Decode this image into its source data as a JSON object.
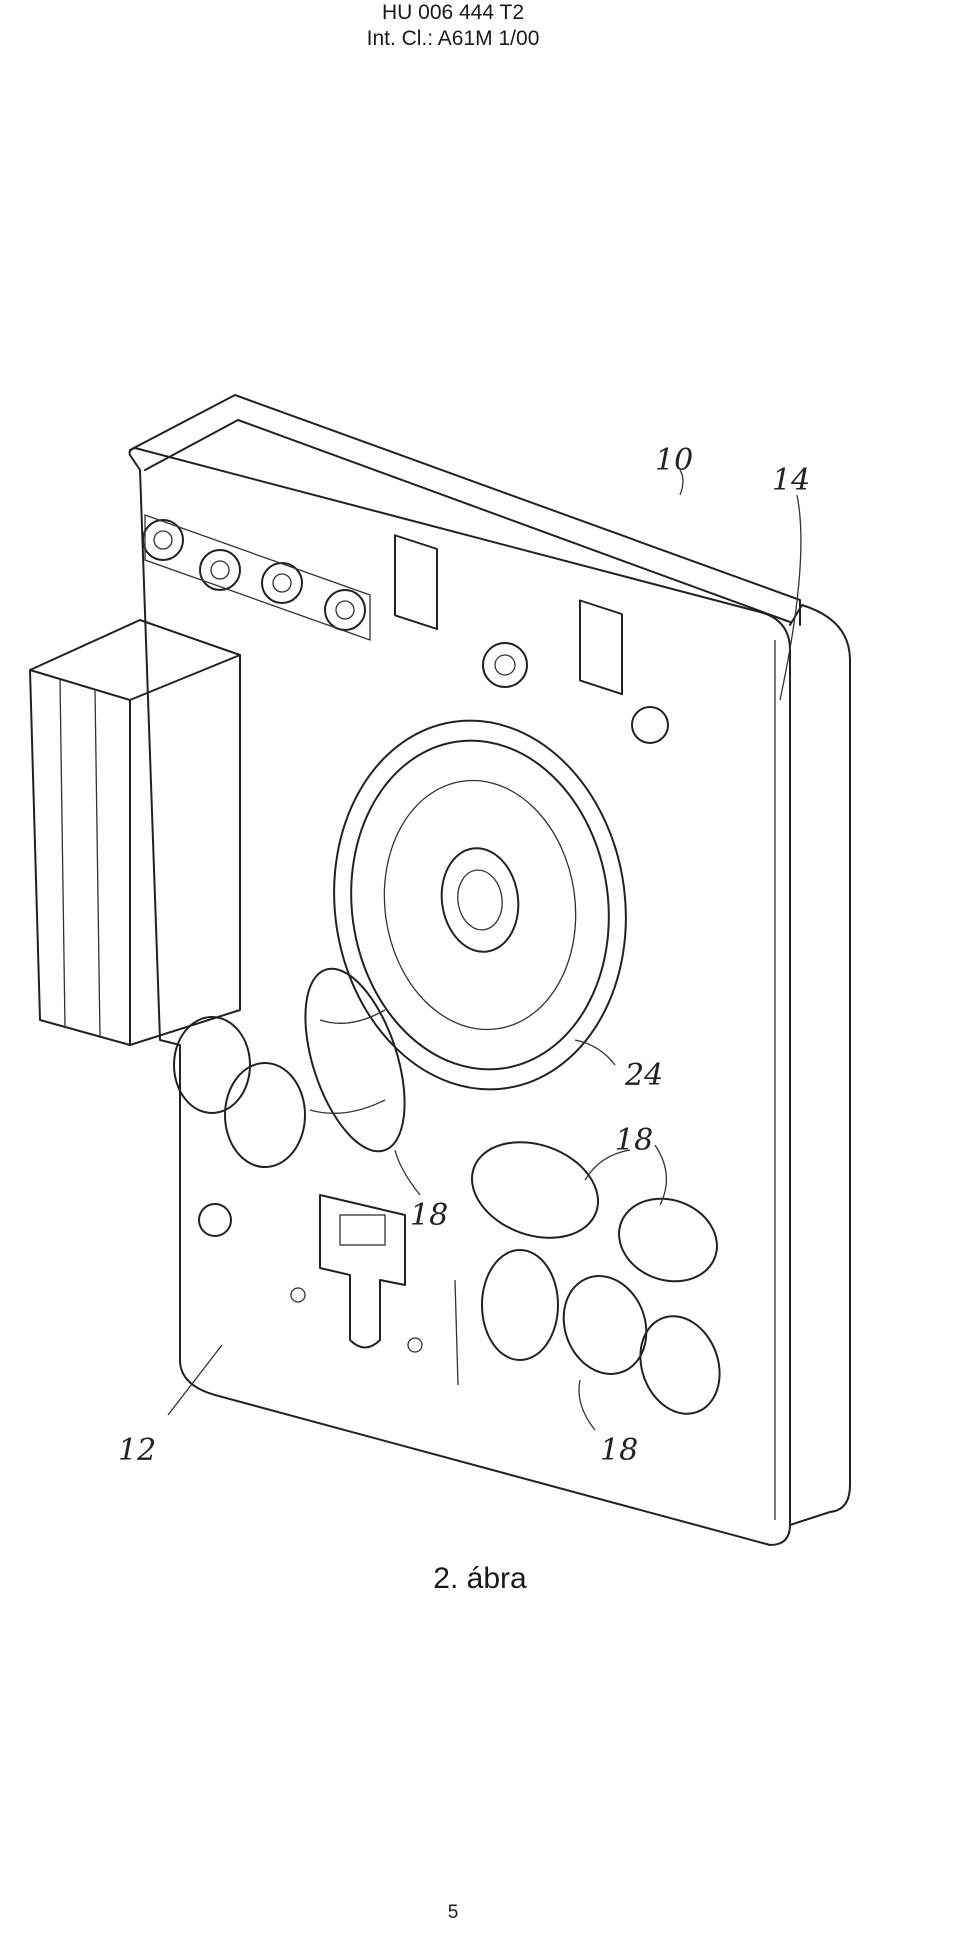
{
  "header": {
    "doc_number": "HU 006 444 T2",
    "classification": "Int. Cl.: A61M 1/00"
  },
  "figure": {
    "caption": "2. ábra",
    "reference_labels": {
      "device": "10",
      "side_wall": "14",
      "base_plate": "12",
      "diaphragm": "24",
      "valve_upper_left": "18",
      "valve_upper_right": "18",
      "valve_lower_right": "18"
    }
  },
  "footer": {
    "page_number": "5"
  }
}
